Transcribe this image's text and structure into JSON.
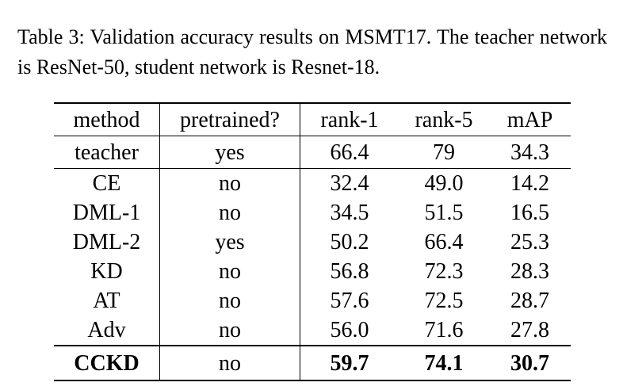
{
  "caption": "Table 3: Validation accuracy results on MSMT17.  The teacher network is ResNet-50, student network is Resnet-18.",
  "table": {
    "headers": [
      "method",
      "pretrained?",
      "rank-1",
      "rank-5",
      "mAP"
    ],
    "teacher": [
      "teacher",
      "yes",
      "66.4",
      "79",
      "34.3"
    ],
    "rows": [
      [
        "CE",
        "no",
        "32.4",
        "49.0",
        "14.2"
      ],
      [
        "DML-1",
        "no",
        "34.5",
        "51.5",
        "16.5"
      ],
      [
        "DML-2",
        "yes",
        "50.2",
        "66.4",
        "25.3"
      ],
      [
        "KD",
        "no",
        "56.8",
        "72.3",
        "28.3"
      ],
      [
        "AT",
        "no",
        "57.6",
        "72.5",
        "28.7"
      ],
      [
        "Adv",
        "no",
        "56.0",
        "71.6",
        "27.8"
      ]
    ],
    "best": [
      "CCKD",
      "no",
      "59.7",
      "74.1",
      "30.7"
    ]
  }
}
